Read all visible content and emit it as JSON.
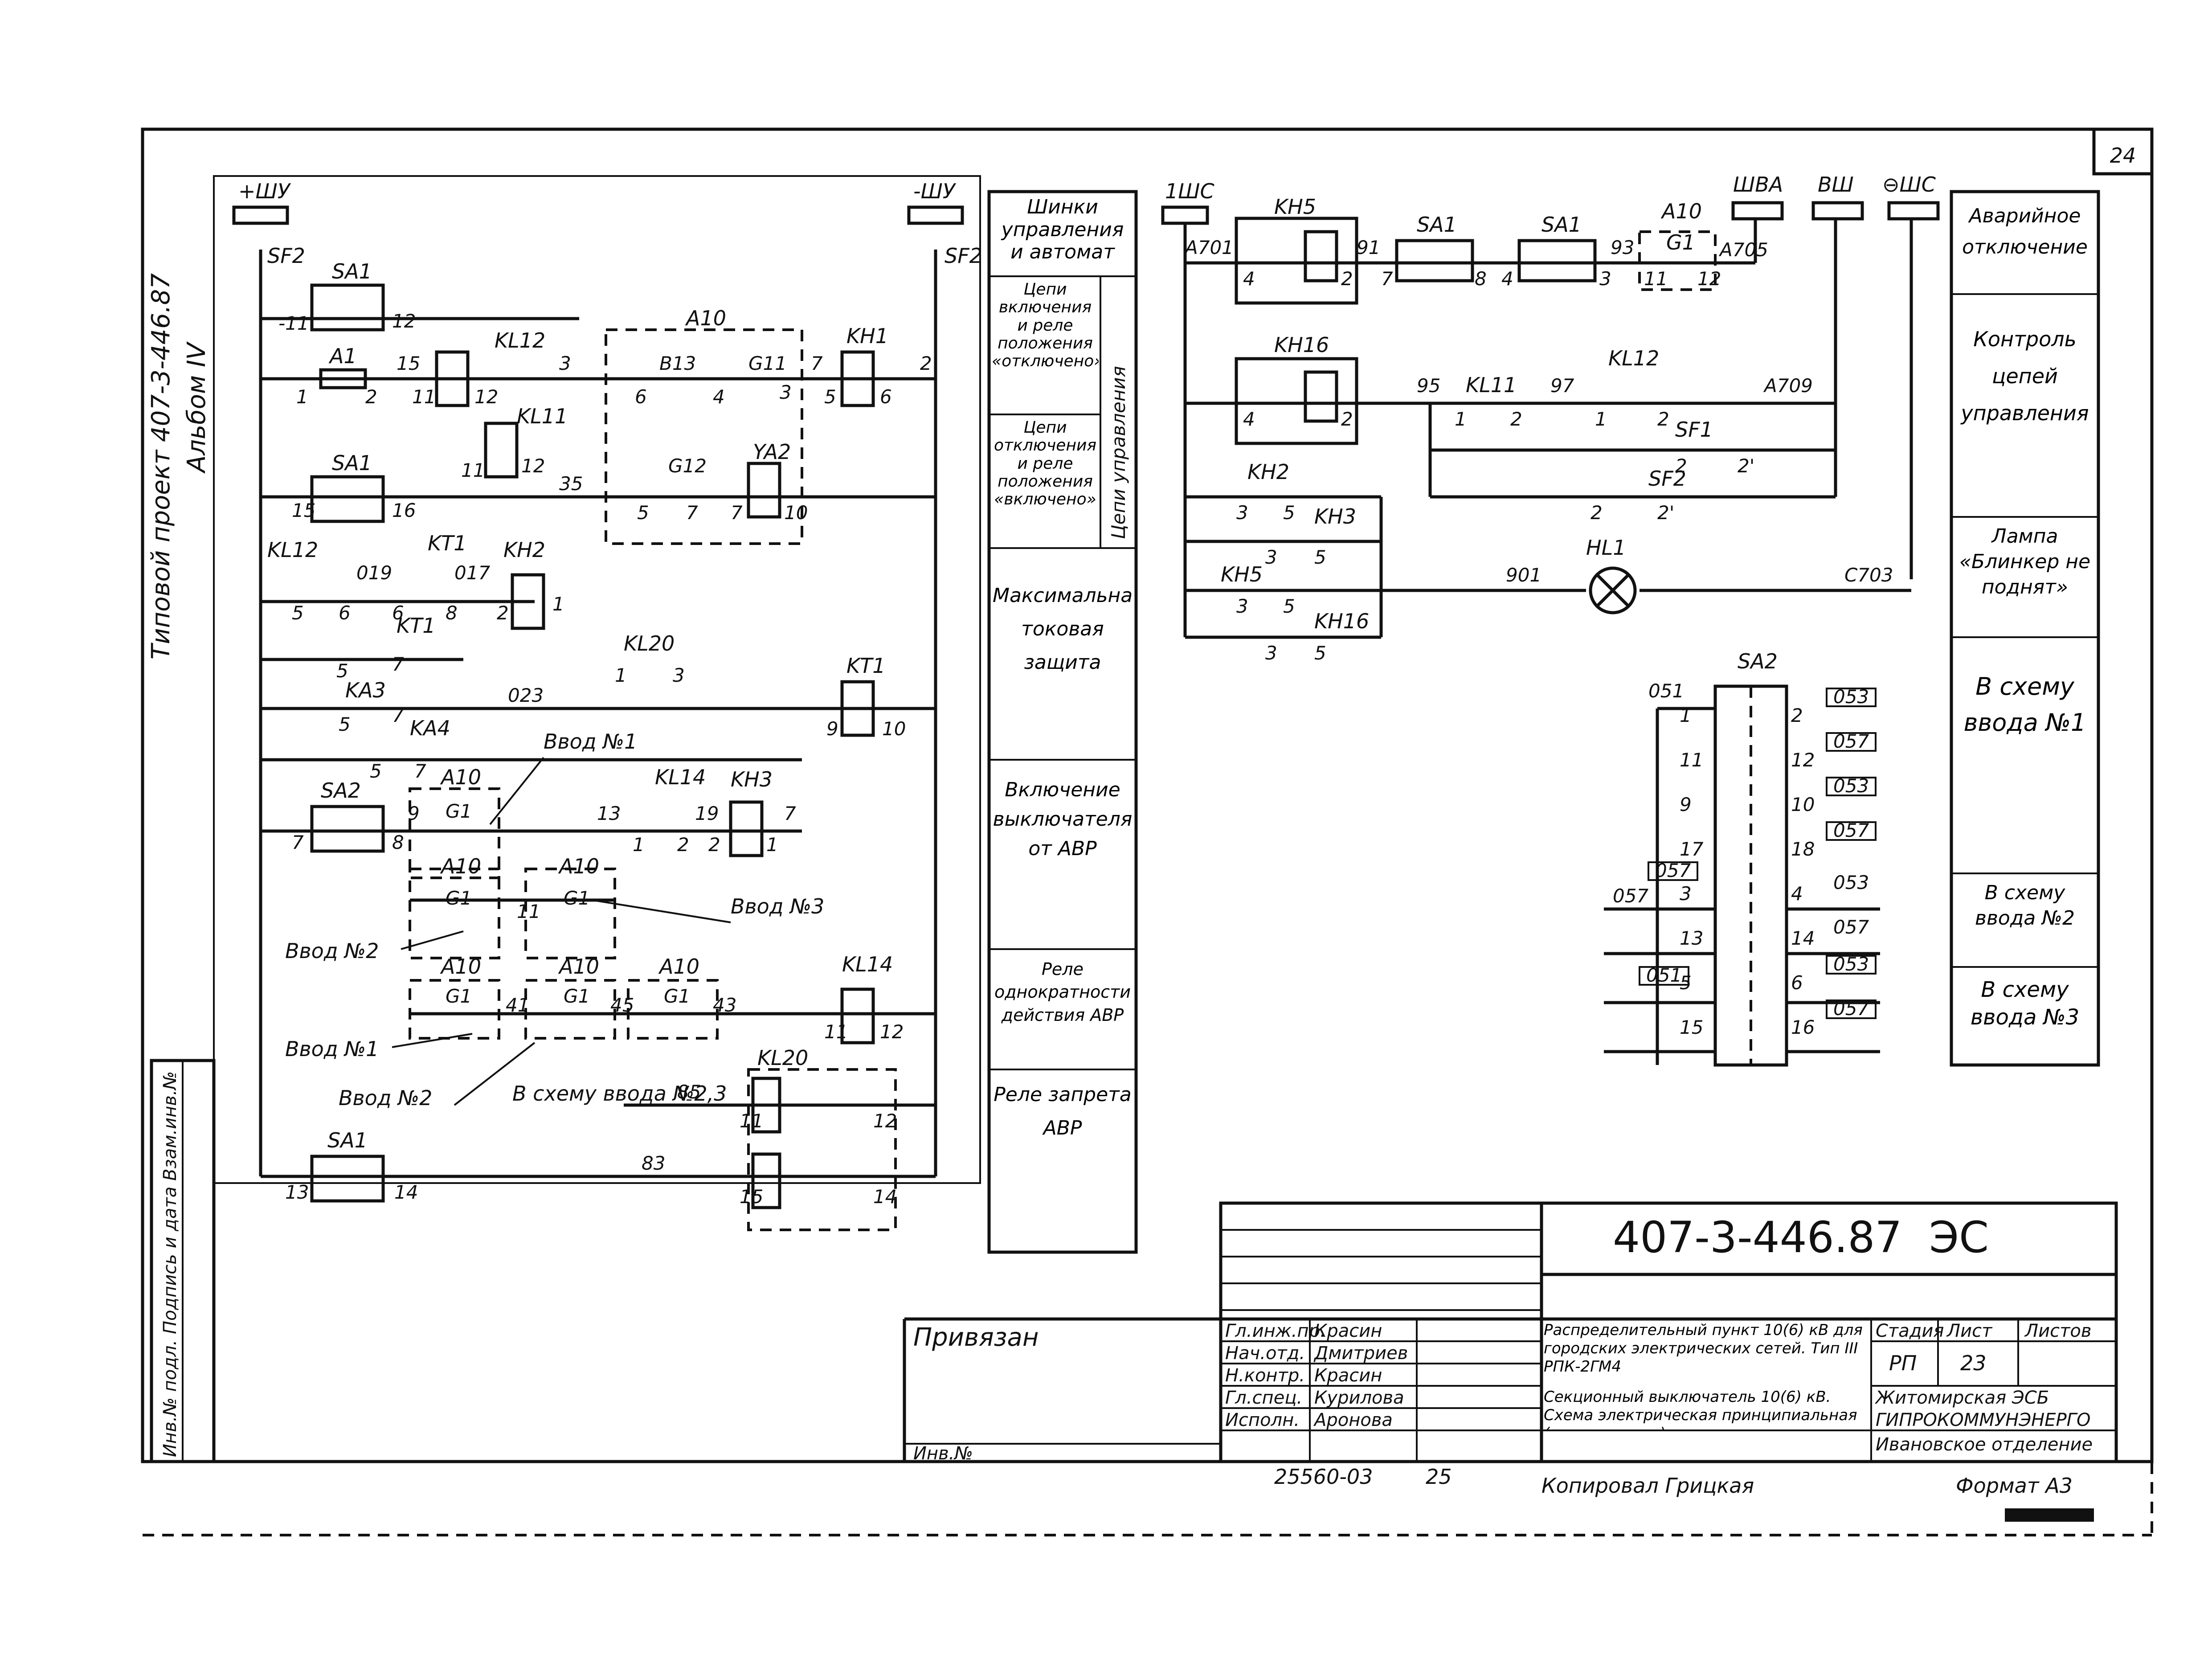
{
  "sheet_number": "24",
  "side_caption": {
    "line1": "Типовой проект 407-3-446.87",
    "line2": "Альбом IV"
  },
  "left_border_stamp": "Инв.№ подл.  Подпись и дата  Взам.инв.№",
  "buses": {
    "plus_shu": "+ШУ",
    "minus_shu": "-ШУ",
    "one_shs": "1ШС",
    "shva": "ШВА",
    "vsh": "ВШ",
    "shs_lamp": "⊖ШС"
  },
  "left_labels": [
    "SF2",
    "SA1",
    "-11",
    "12",
    "A1",
    "1",
    "2",
    "15",
    "KL12",
    "11",
    "12",
    "3",
    "KL11",
    "11",
    "12",
    "35",
    "SA1",
    "15",
    "16",
    "KL12",
    "019",
    "KT1",
    "017",
    "KH2",
    "5",
    "6",
    "6",
    "8",
    "2",
    "1",
    "KT1",
    "5",
    "7",
    "KA3",
    "5",
    "7",
    "023",
    "KA4",
    "5",
    "7",
    "SA2",
    "7",
    "8",
    "9",
    "Ввод №1",
    "A10",
    "G1",
    "13",
    "KL14",
    "1",
    "2",
    "19",
    "KH3",
    "2",
    "1",
    "7",
    "A10",
    "A10",
    "G1",
    "G1",
    "11",
    "Ввод №2",
    "Ввод №3",
    "A10",
    "A10",
    "A10",
    "G1",
    "G1",
    "G1",
    "41",
    "45",
    "43",
    "KL14",
    "11",
    "12",
    "Ввод №1",
    "Ввод №2",
    "В схему ввода №2,3",
    "85",
    "KL20",
    "11",
    "12",
    "15",
    "14",
    "83",
    "SA1",
    "13",
    "14"
  ],
  "middle_labels": [
    "A10",
    "B13",
    "6",
    "4",
    "G11",
    "3",
    "7",
    "KH1",
    "5",
    "6",
    "2",
    "G12",
    "YA2",
    "5",
    "7",
    "7",
    "10",
    "KL20",
    "1",
    "3",
    "KT1",
    "9",
    "10",
    "SF2"
  ],
  "function_blocks": [
    "Шинки управления и автомат",
    "Цепи включения и реле положения «отключено»",
    "Цепи отключения и реле положения «включено»",
    "Цепи управления",
    "Максимальная токовая защита",
    "Включение выключателя от АВР",
    "Реле однократности действия АВР",
    "Реле запрета АВР"
  ],
  "right_labels": [
    "KH5",
    "A701",
    "4",
    "2",
    "91",
    "SA1",
    "7",
    "8",
    "SA1",
    "4",
    "3",
    "93",
    "A10",
    "G1",
    "11",
    "12",
    "A705",
    "KH16",
    "4",
    "2",
    "95",
    "KL11",
    "1",
    "2",
    "97",
    "KL12",
    "1",
    "2",
    "A709",
    "SF1",
    "2",
    "2'",
    "SF2",
    "2",
    "2'",
    "KH2",
    "3",
    "5",
    "KH3",
    "3",
    "5",
    "KH5",
    "3",
    "5",
    "KH16",
    "3",
    "5",
    "901",
    "HL1",
    "C703"
  ],
  "sa2_table": {
    "title": "SA2",
    "wire_in": "051",
    "left_terms": [
      "1",
      "11",
      "9",
      "17",
      "3",
      "13",
      "5",
      "15"
    ],
    "right_terms": [
      "2",
      "12",
      "10",
      "18",
      "4",
      "14",
      "6",
      "16"
    ],
    "right_wires": [
      "053",
      "057",
      "053",
      "057",
      "053",
      "057",
      "053",
      "057"
    ],
    "left_wires": [
      "057",
      "057",
      "051"
    ]
  },
  "right_blocks": [
    "Аварийное отключение",
    "Контроль цепей управления",
    "Лампа «Блинкер не поднят»",
    "В схему ввода №1",
    "В схему ввода №2",
    "В схему ввода №3"
  ],
  "title_block": {
    "doc_code": "407-3-446.87",
    "mark": "ЭС",
    "linked": "Привязан",
    "inv_no": "Инв.№",
    "roles": [
      "Гл.инж.пр.",
      "Нач.отд.",
      "Н.контр.",
      "Гл.спец.",
      "Исполн."
    ],
    "names": [
      "Красин",
      "Дмитриев",
      "Красин",
      "Курилова",
      "Аронова"
    ],
    "project_title": "Распределительный пункт 10(6) кВ для городских электрических сетей. Тип III РПК-2ГМ4",
    "sheet_title": "Секционный выключатель 10(6) кВ. Схема электрическая принципиальная (продолжение)",
    "stage_label": "Стадия",
    "sheet_label": "Лист",
    "sheets_label": "Листов",
    "stage": "РП",
    "sheet": "23",
    "org": "ГИПРОКОММУНЭНЕРГО",
    "org_note1": "Житомирская ЭСБ",
    "org_note2": "Ивановское отделение",
    "bottom_code": "25560-03",
    "bottom_num": "25",
    "copied": "Копировал Грицкая",
    "format": "Формат А3"
  }
}
